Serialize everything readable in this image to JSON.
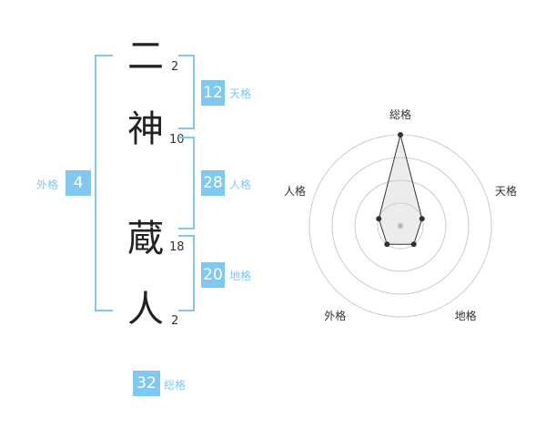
{
  "name": {
    "chars": [
      {
        "char": "二",
        "strokes": "2"
      },
      {
        "char": "神",
        "strokes": "10"
      },
      {
        "char": "蔵",
        "strokes": "18"
      },
      {
        "char": "人",
        "strokes": "2"
      }
    ]
  },
  "fortune": {
    "tenkaku": {
      "value": "12",
      "label": "天格"
    },
    "jinkaku": {
      "value": "28",
      "label": "人格"
    },
    "chikaku": {
      "value": "20",
      "label": "地格"
    },
    "gaikaku": {
      "value": "4",
      "label": "外格"
    },
    "soukaku": {
      "value": "32",
      "label": "総格"
    }
  },
  "colors": {
    "accent": "#7fc8f0",
    "text": "#222222",
    "ring": "#cccccc"
  },
  "chart_data": {
    "type": "radar",
    "axes": [
      "総格",
      "天格",
      "地格",
      "外格",
      "人格"
    ],
    "series": [
      {
        "values": [
          4,
          1,
          1,
          1,
          1
        ]
      }
    ],
    "rings": 4,
    "max": 4
  }
}
